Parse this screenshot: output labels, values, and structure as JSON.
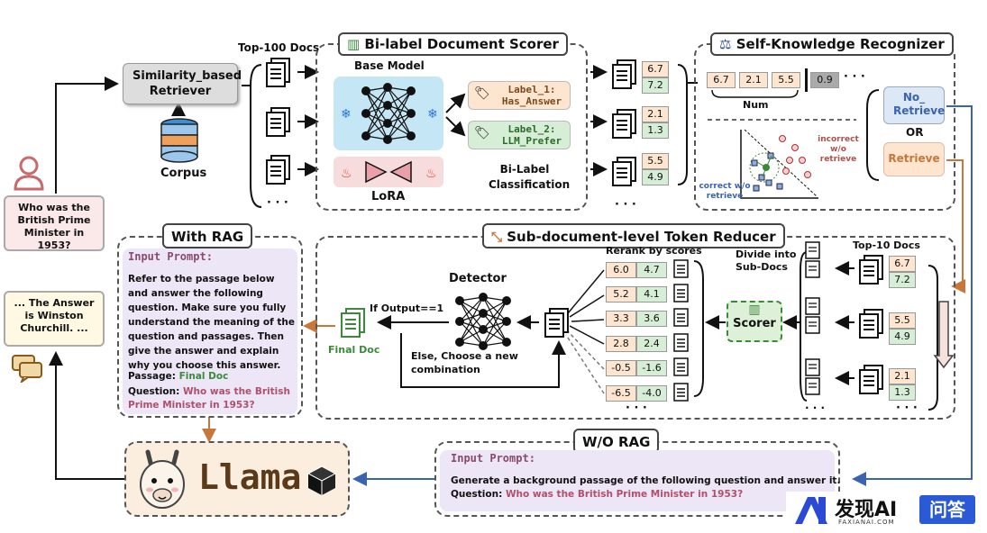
{
  "query": {
    "text": "Who was the British Prime Minister in 1953?"
  },
  "answer": {
    "text": "... The Answer is Winston Churchill. ..."
  },
  "retriever": {
    "label": "Similarity_based Retriever",
    "corpus": "Corpus",
    "top_docs": "Top-100 Docs",
    "dots": "· · ·"
  },
  "scorer": {
    "title": "Bi-label Document Scorer",
    "base_model": "Base Model",
    "lora": "LoRA",
    "label1": "Label_1: Has_Answer",
    "label2": "Label_2: LLM_Prefer",
    "classification": "Bi-Label Classification",
    "scores": [
      [
        "6.7",
        "7.2"
      ],
      [
        "2.1",
        "1.3"
      ],
      [
        "5.5",
        "4.9"
      ]
    ]
  },
  "recognizer": {
    "title": "Self-Knowledge Recognizer",
    "nums": [
      "6.7",
      "2.1",
      "5.5",
      "0.9"
    ],
    "num_label": "Num",
    "no_retrieve": "No_ Retrieve",
    "or": "OR",
    "retrieve": "Retrieve",
    "incorrect": "incorrect w/o retrieve",
    "correct": "correct w/o retrieve"
  },
  "reducer": {
    "title": "Sub-document-level Token Reducer",
    "rerank": "Rerank by scores",
    "detector": "Detector",
    "if_output": "If Output==1",
    "else": "Else, Choose a new combination",
    "final_doc": "Final Doc",
    "divide": "Divide into Sub-Docs",
    "scorer": "Scorer",
    "top10": "Top-10 Docs",
    "rerank_scores": [
      [
        "6.0",
        "4.7"
      ],
      [
        "5.2",
        "4.1"
      ],
      [
        "3.3",
        "3.6"
      ],
      [
        "2.8",
        "2.4"
      ],
      [
        "-0.5",
        "-1.6"
      ],
      [
        "-6.5",
        "-4.0"
      ]
    ],
    "top_scores": [
      [
        "6.7",
        "7.2"
      ],
      [
        "5.5",
        "4.9"
      ],
      [
        "2.1",
        "1.3"
      ]
    ]
  },
  "with_rag": {
    "title": "With RAG",
    "prompt_label": "Input Prompt:",
    "body": "Refer to the passage below and answer the following question. Make sure you fully understand the meaning of the question and passages. Then give the answer and explain why you choose this answer.",
    "passage_label": "Passage:",
    "passage_value": "Final Doc",
    "question_label": "Question:",
    "question_value": "Who was the British Prime Minister in 1953?"
  },
  "wo_rag": {
    "title": "W/O RAG",
    "prompt_label": "Input Prompt:",
    "body": "Generate a background passage of the following question and answer it.",
    "question_label": "Question:",
    "question_value": "Who was the British Prime Minister in 1953?"
  },
  "llama": {
    "label": "Llama"
  },
  "watermark": {
    "main": "发现AI",
    "sub": "FAXIANAI.COM",
    "badge": "问答"
  },
  "colors": {
    "orange": "#c8773a",
    "green": "#3a8a3a",
    "blue": "#3a64b0",
    "red": "#b0506a"
  }
}
